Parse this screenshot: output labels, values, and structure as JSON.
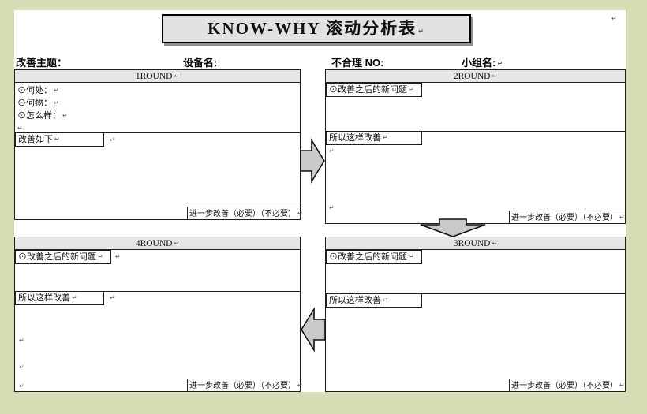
{
  "title": {
    "text": "KNOW-WHY 滚动分析表"
  },
  "marks": {
    "pilcrow": "↵"
  },
  "fields": {
    "topic": "改善主题：",
    "equipment": "设备名:",
    "unreasonable": "不合理 NO:",
    "group": "小组名:"
  },
  "panels": {
    "round1": {
      "title": "1ROUND",
      "items": [
        "⊙何处：",
        "⊙何物：",
        "⊙怎么样："
      ],
      "improve_label": "改善如下",
      "further_label": "进一步改善（必要）（不必要）"
    },
    "round2": {
      "title": "2ROUND",
      "problem_label": "⊙改善之后的新问题",
      "solution_label": "所以这样改善",
      "further_label": "进一步改善（必要）（不必要）"
    },
    "round3": {
      "title": "3ROUND",
      "problem_label": "⊙改善之后的新问题",
      "solution_label": "所以这样改善",
      "further_label": "进一步改善（必要）（不必要）"
    },
    "round4": {
      "title": "4ROUND",
      "problem_label": "⊙改善之后的新问题",
      "solution_label": "所以这样改善",
      "further_label": "进一步改善（必要）（不必要）"
    }
  },
  "colors": {
    "canvas_bg": "#d5ddb4",
    "page_bg": "#ffffff",
    "panel_header_bg": "#e6e6e6",
    "title_box_bg": "#e2e2e2",
    "border": "#1f1f1f",
    "arrow_fill": "#c9c9c9"
  }
}
